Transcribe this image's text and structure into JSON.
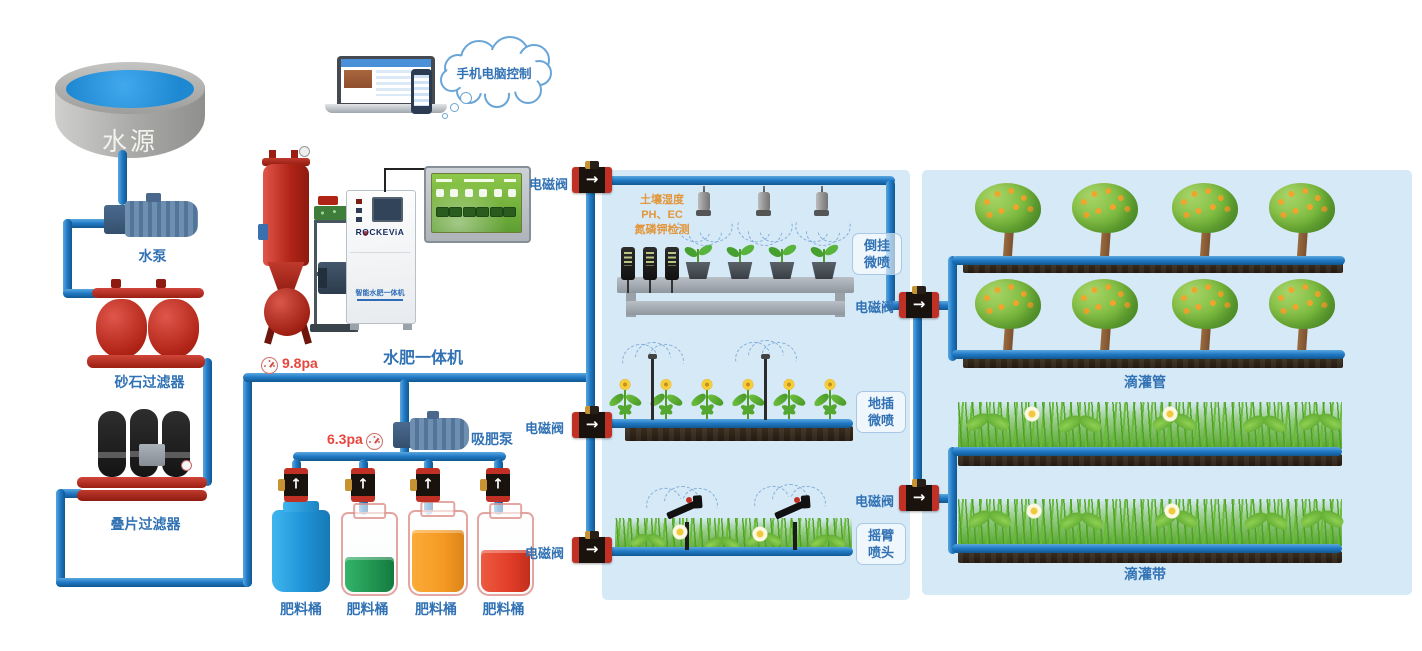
{
  "labels": {
    "water_source": "水源",
    "water_pump": "水泵",
    "sand_filter": "砂石过滤器",
    "disc_filter": "叠片过滤器",
    "remote_control": "手机电脑控制",
    "machine_name": "水肥一体机",
    "brand": "ROCKEViA",
    "cabinet_text": "智能水肥一体机",
    "suction_pump": "吸肥泵",
    "fertilizer_barrel": "肥料桶",
    "solenoid_valve": "电磁阀",
    "hanging_micro_spray": "倒挂\n微喷",
    "ground_micro_spray": "地插\n微喷",
    "rocker_sprinkler": "摇臂\n喷头",
    "drip_pipe": "滴灌管",
    "drip_tape": "滴灌带",
    "soil_sensor": "土壤湿度\nPH、EC\n氮磷钾检测"
  },
  "gauges": {
    "main_pressure": "9.8pa",
    "fertilizer_pressure": "6.3pa"
  },
  "colors": {
    "pipe_blue": "#1f78c4",
    "label_blue": "#3172b4",
    "alert_red": "#e8463c",
    "sensor_orange": "#e2973b",
    "panel_blue": "#d6e9f7",
    "barrel_colors": [
      "#26a3e0",
      "#27a35a",
      "#f59a23",
      "#e23d28"
    ]
  }
}
